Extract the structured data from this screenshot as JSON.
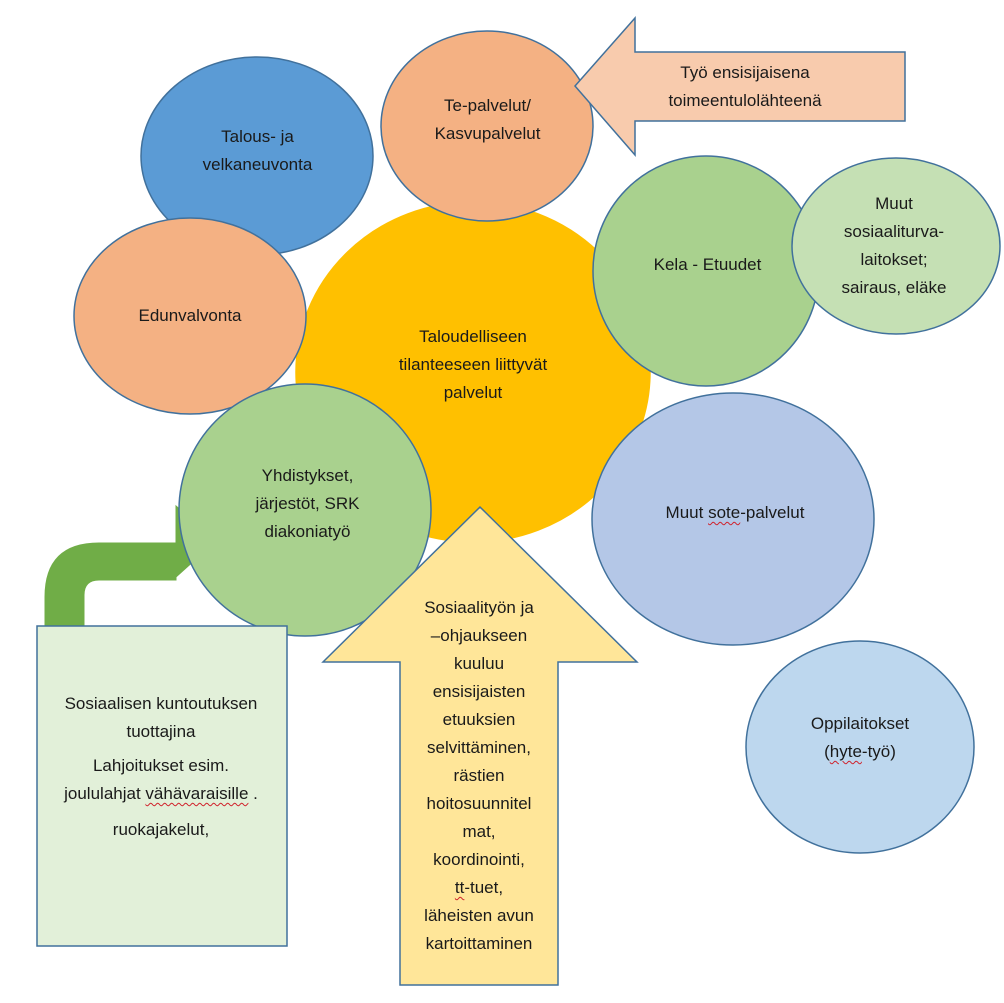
{
  "nodes": {
    "center": {
      "lines": [
        "Taloudelliseen",
        "tilanteeseen liittyvät",
        "palvelut"
      ]
    },
    "talous": {
      "lines": [
        "Talous- ja",
        "velkaneuvonta"
      ]
    },
    "te": {
      "lines": [
        "Te-palvelut/",
        "Kasvupalvelut"
      ]
    },
    "edunvalvonta": {
      "lines": [
        "Edunvalvonta"
      ]
    },
    "kela": {
      "lines": [
        "Kela - Etuudet"
      ]
    },
    "muut_sosiaaliturva": {
      "lines": [
        "Muut",
        "sosiaaliturva-",
        "laitokset;",
        "sairaus, eläke"
      ]
    },
    "yhdistykset": {
      "lines": [
        "Yhdistykset,",
        "järjestöt, SRK",
        "diakoniatyö"
      ]
    },
    "sote": {
      "prefix": "Muut ",
      "underlined": "sote",
      "suffix": "-palvelut"
    },
    "oppilaitokset": {
      "line1": "Oppilaitokset",
      "open": "(",
      "underlined": "hyte",
      "suffix": "-työ)"
    }
  },
  "arrows": {
    "top_right": {
      "lines": [
        "Työ ensisijaisena",
        "toimeentulolähteenä"
      ]
    },
    "bottom_up": {
      "lines": [
        "Sosiaalityön ja",
        "–ohjaukseen",
        "kuuluu",
        "ensisijaisten",
        "etuuksien",
        "selvittäminen,",
        "rästien",
        "hoitosuunnitel",
        "mat,",
        "koordinointi,"
      ],
      "tt_underlined": "tt",
      "tt_suffix": "-tuet,",
      "lines_end": [
        "läheisten avun",
        "kartoittaminen"
      ]
    }
  },
  "box": {
    "line1": "Sosiaalisen kuntoutuksen",
    "line2": "tuottajina",
    "line3": "Lahjoitukset esim.",
    "line4_prefix": "joululahjat ",
    "line4_underlined": "vähävaraisille",
    "line4_suffix": " .",
    "line5": "ruokajakelut,"
  },
  "colors": {
    "center": "#FFC000",
    "blue": "#5B9BD5",
    "orange": "#F4B183",
    "green": "#A9D18E",
    "light_green": "#C5E0B4",
    "periwinkle": "#B4C7E7",
    "light_blue": "#BDD7EE",
    "arrow_peach": "#F8CBAD",
    "arrow_yellow": "#FFE699",
    "arrow_green": "#70AD47",
    "box_fill": "#E2F0D9",
    "outline": "#41719C"
  }
}
